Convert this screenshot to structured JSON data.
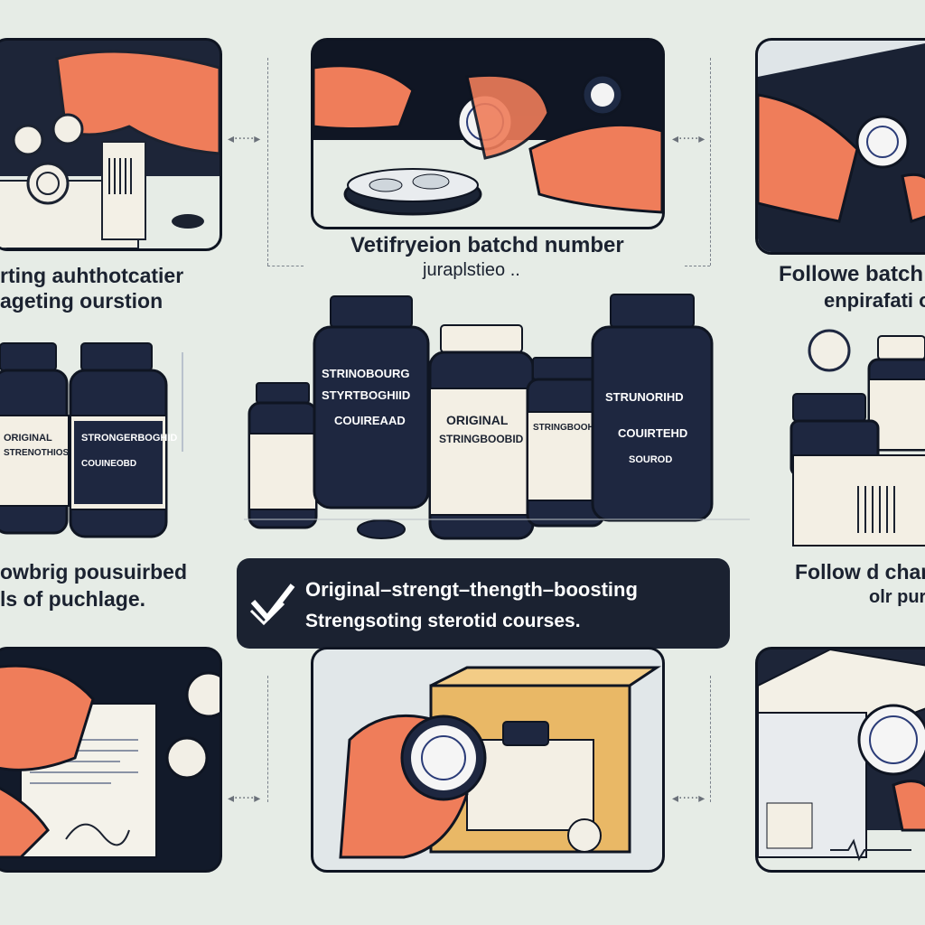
{
  "captions": {
    "top_left_1": "rting  auhthotcatier",
    "top_left_2": "ageting ourstion",
    "top_center_1": "Vetifryeion batchd number",
    "top_center_2": "juraplstieo ..",
    "top_right_1": "Followe batch",
    "top_right_2": "enpirafati o",
    "mid_left_1": "owbrig pousuirbed",
    "mid_left_2": "ls of puchlage.",
    "mid_right_1": "Follow d chan",
    "mid_right_2": "olr pur"
  },
  "banner": {
    "line1": "Original–strengt–thength–boosting",
    "line2": "Strengsoting sterotid courses."
  },
  "labels": {
    "b1": "STRINOBOURG",
    "b2": "STYRTBOGHIID",
    "b3": "COUIREAAD",
    "b4": "ORIGINAL",
    "b5": "STRINGBOOBID",
    "b6": "STRUNORIHD",
    "b7": "STRINGBOOHD",
    "b8": "COUIRTEHD",
    "b9": "SOUROD",
    "l1": "ORIGINAL",
    "l2": "STRENOTHIOSTE",
    "l3": "STRONGERBOGHID",
    "l4": "COUINEOBD"
  },
  "colors": {
    "background": "#e6ece6",
    "navy": "#1a2234",
    "skin": "#ef7d5a",
    "label": "#f3efe4",
    "box": "#e9b866"
  }
}
